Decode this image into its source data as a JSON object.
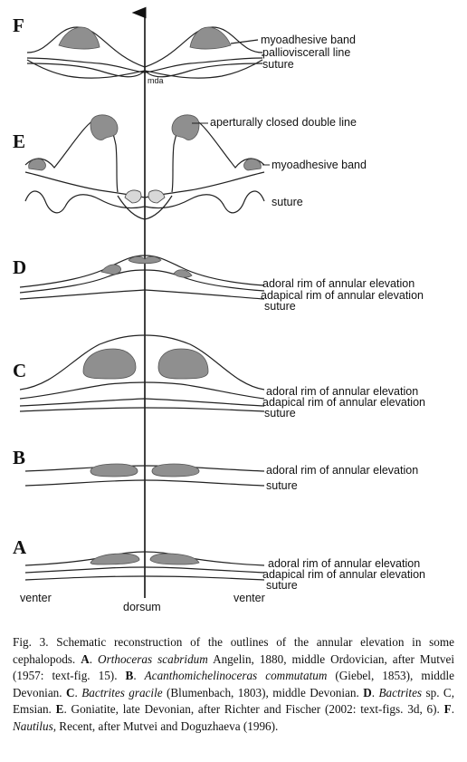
{
  "panels": {
    "F": {
      "letter": "F",
      "labels": [
        "myoadhesive band",
        "pallioviscerall line",
        "suture"
      ],
      "mda": "mda"
    },
    "E": {
      "letter": "E",
      "labels": [
        "aperturally closed double line",
        "myoadhesive band",
        "suture"
      ]
    },
    "D": {
      "letter": "D",
      "labels": [
        "adoral rim of annular elevation",
        "adapical rim of annular elevation",
        "suture"
      ]
    },
    "C": {
      "letter": "C",
      "labels": [
        "adoral rim of annular elevation",
        "adapical rim of annular elevation",
        "suture"
      ]
    },
    "B": {
      "letter": "B",
      "labels": [
        "adoral rim of annular elevation",
        "suture"
      ]
    },
    "A": {
      "letter": "A",
      "labels": [
        "adoral rim of annular elevation",
        "adapical rim of annular elevation",
        "suture"
      ]
    }
  },
  "axis": {
    "venter_left": "venter",
    "dorsum": "dorsum",
    "venter_right": "venter"
  },
  "caption": {
    "fig": "Fig. 3.",
    "intro": " Schematic reconstruction of the outlines of the annular elevation in some cephalopods. ",
    "A_key": "A",
    "A_taxon": "Orthoceras scabridum",
    "A_text": " Angelin, 1880, middle Ordovician, after Mutvei (1957: text-fig. 15). ",
    "B_key": "B",
    "B_taxon": "Acanthomichelinoceras commutatum",
    "B_text": " (Giebel, 1853), middle Devonian. ",
    "C_key": "C",
    "C_taxon": "Bactrites gracile",
    "C_text": " (Blumenbach, 1803), middle Devonian. ",
    "D_key": "D",
    "D_taxon": "Bactrites",
    "D_text": " sp. C, Emsian. ",
    "E_key": "E",
    "E_text": " Goniatite, late Devonian, after Richter and Fischer (2002: text-figs. 3d, 6). ",
    "F_key": "F",
    "F_taxon": "Nautilus",
    "F_text": ", Recent, after Mutvei and Doguzhaeva (1996)."
  }
}
